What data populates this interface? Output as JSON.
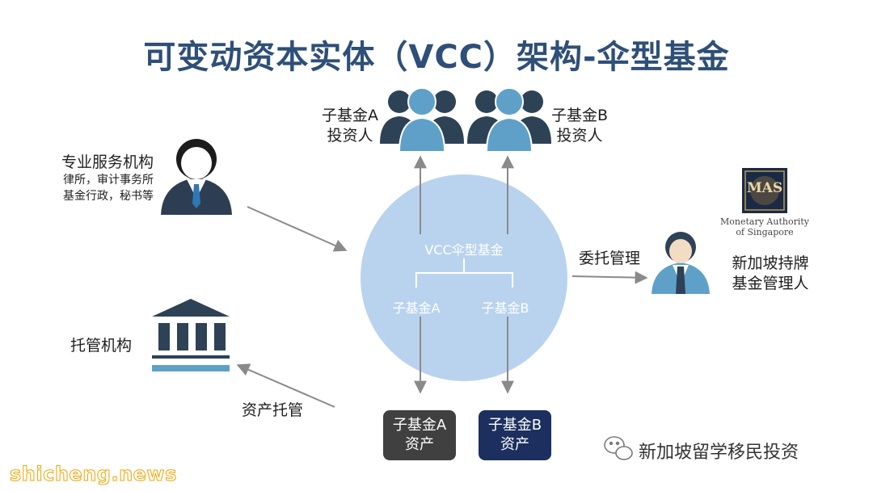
{
  "title": "可变动资本实体（VCC）架构-伞型基金",
  "investors_a": {
    "line1": "子基金A",
    "line2": "投资人"
  },
  "investors_b": {
    "line1": "子基金B",
    "line2": "投资人"
  },
  "service_provider": {
    "title": "专业服务机构",
    "line2": "律所，审计事务所",
    "line3": "基金行政，秘书等"
  },
  "custodian": {
    "label": "托管机构"
  },
  "vcc": {
    "umbrella": "VCC伞型基金",
    "subfund_a": "子基金A",
    "subfund_b": "子基金B"
  },
  "delegation": {
    "label": "委托管理"
  },
  "fund_manager": {
    "line1": "新加坡持牌",
    "line2": "基金管理人"
  },
  "mas": {
    "logo_text": "MAS",
    "line1": "Monetary Authority",
    "line2": "of Singapore"
  },
  "custody": {
    "label": "资产托管"
  },
  "asset_a": {
    "line1": "子基金A",
    "line2": "资产"
  },
  "asset_b": {
    "line1": "子基金B",
    "line2": "资产"
  },
  "watermark": {
    "site": "shicheng.news",
    "wechat": "新加坡留学移民投资"
  },
  "colors": {
    "title": "#2e4f78",
    "circle": "#b9d3ee",
    "asset_a_box": "#404040",
    "asset_b_box": "#1c2f5e",
    "icon_dark": "#2e4256",
    "icon_light": "#5fa0c9",
    "arrow": "#8a8a8a"
  }
}
